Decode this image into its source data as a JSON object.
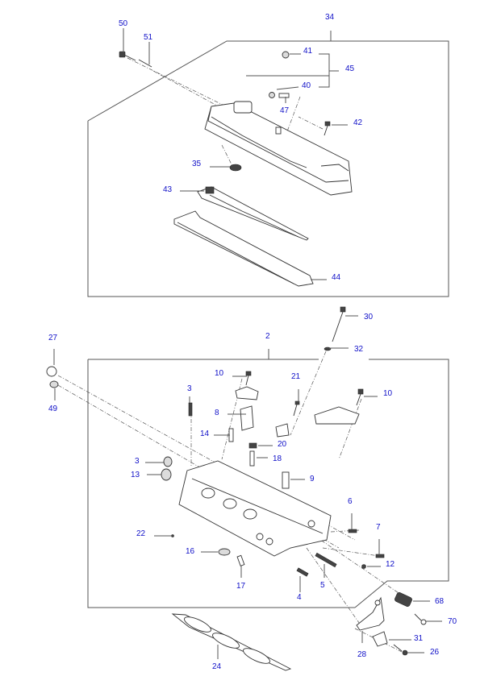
{
  "diagram": {
    "title": "Cylinder Head Assembly",
    "label_color": "#1010c8",
    "line_color": "#555555",
    "groups": {
      "rocker_cover": {
        "label": "34"
      },
      "cylinder_head": {
        "label": "2"
      }
    },
    "callouts": {
      "c50": "50",
      "c51": "51",
      "c34": "34",
      "c41": "41",
      "c45": "45",
      "c40": "40",
      "c47": "47",
      "c42": "42",
      "c35": "35",
      "c43": "43",
      "c44": "44",
      "c30": "30",
      "c27": "27",
      "c2": "2",
      "c32": "32",
      "c49": "49",
      "c10a": "10",
      "c21": "21",
      "c10b": "10",
      "c3a": "3",
      "c8": "8",
      "c14": "14",
      "c20": "20",
      "c3b": "3",
      "c18": "18",
      "c13": "13",
      "c9": "9",
      "c6": "6",
      "c7": "7",
      "c22": "22",
      "c16": "16",
      "c12": "12",
      "c17": "17",
      "c5": "5",
      "c4": "4",
      "c68": "68",
      "c70": "70",
      "c28": "28",
      "c31": "31",
      "c26": "26",
      "c24": "24"
    }
  }
}
